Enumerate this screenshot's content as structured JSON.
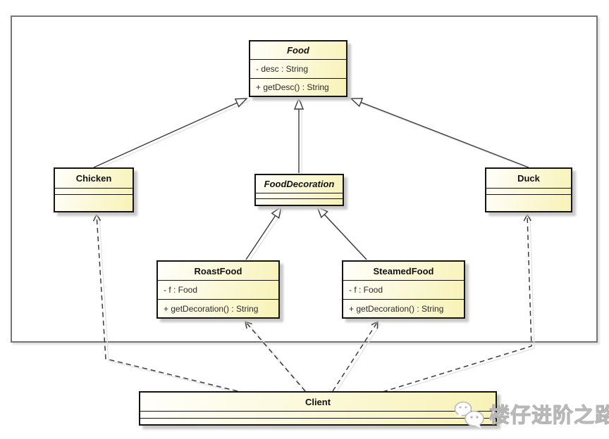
{
  "diagram": {
    "type": "uml-class-diagram",
    "classes": {
      "food": {
        "name": "Food",
        "abstract": true,
        "attributes": [
          "- desc : String"
        ],
        "methods": [
          "+ getDesc() : String"
        ]
      },
      "chicken": {
        "name": "Chicken",
        "abstract": false,
        "attributes": [],
        "methods": []
      },
      "duck": {
        "name": "Duck",
        "abstract": false,
        "attributes": [],
        "methods": []
      },
      "foodDecoration": {
        "name": "FoodDecoration",
        "abstract": true,
        "attributes": [],
        "methods": []
      },
      "roastFood": {
        "name": "RoastFood",
        "abstract": false,
        "attributes": [
          "- f : Food"
        ],
        "methods": [
          "+ getDecoration() : String"
        ]
      },
      "steamedFood": {
        "name": "SteamedFood",
        "abstract": false,
        "attributes": [
          "- f : Food"
        ],
        "methods": [
          "+ getDecoration() : String"
        ]
      },
      "client": {
        "name": "Client",
        "abstract": false,
        "attributes": [],
        "methods": []
      }
    },
    "relationships": [
      {
        "from": "Chicken",
        "to": "Food",
        "type": "generalization"
      },
      {
        "from": "FoodDecoration",
        "to": "Food",
        "type": "generalization"
      },
      {
        "from": "Duck",
        "to": "Food",
        "type": "generalization"
      },
      {
        "from": "RoastFood",
        "to": "FoodDecoration",
        "type": "generalization"
      },
      {
        "from": "SteamedFood",
        "to": "FoodDecoration",
        "type": "generalization"
      },
      {
        "from": "Client",
        "to": "Chicken",
        "type": "dependency"
      },
      {
        "from": "Client",
        "to": "RoastFood",
        "type": "dependency"
      },
      {
        "from": "Client",
        "to": "SteamedFood",
        "type": "dependency"
      },
      {
        "from": "Client",
        "to": "Duck",
        "type": "dependency"
      }
    ],
    "watermark": {
      "text": "楼仔进阶之路",
      "icon": "wechat-icon"
    },
    "colors": {
      "class_fill_start": "#fffffb",
      "class_fill_end": "#f8f2b6",
      "class_border": "#141414",
      "connector": "#3a3a3a",
      "frame_border": "#757575",
      "watermark_text": "#b5b5b5"
    }
  }
}
